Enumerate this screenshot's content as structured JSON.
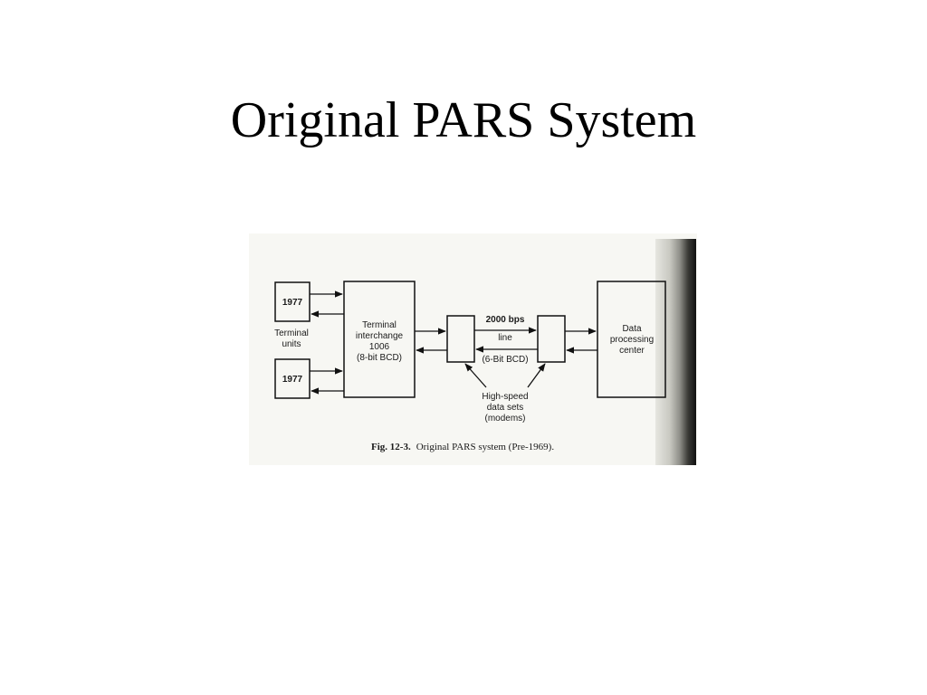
{
  "slide": {
    "title": "Original PARS System"
  },
  "diagram": {
    "terminal_unit_top": "1977",
    "terminal_unit_bottom": "1977",
    "terminal_units_label": [
      "Terminal",
      "units"
    ],
    "interchange_label": [
      "Terminal",
      "interchange",
      "1006",
      "(8-bit BCD)"
    ],
    "line_label_top": [
      "2000 bps",
      "line"
    ],
    "line_label_bottom": "(6-Bit BCD)",
    "modems_label": [
      "High-speed",
      "data sets",
      "(modems)"
    ],
    "center_label": [
      "Data",
      "processing",
      "center"
    ],
    "caption_bold": "Fig. 12-3.",
    "caption_text": "Original PARS system (Pre-1969)."
  }
}
